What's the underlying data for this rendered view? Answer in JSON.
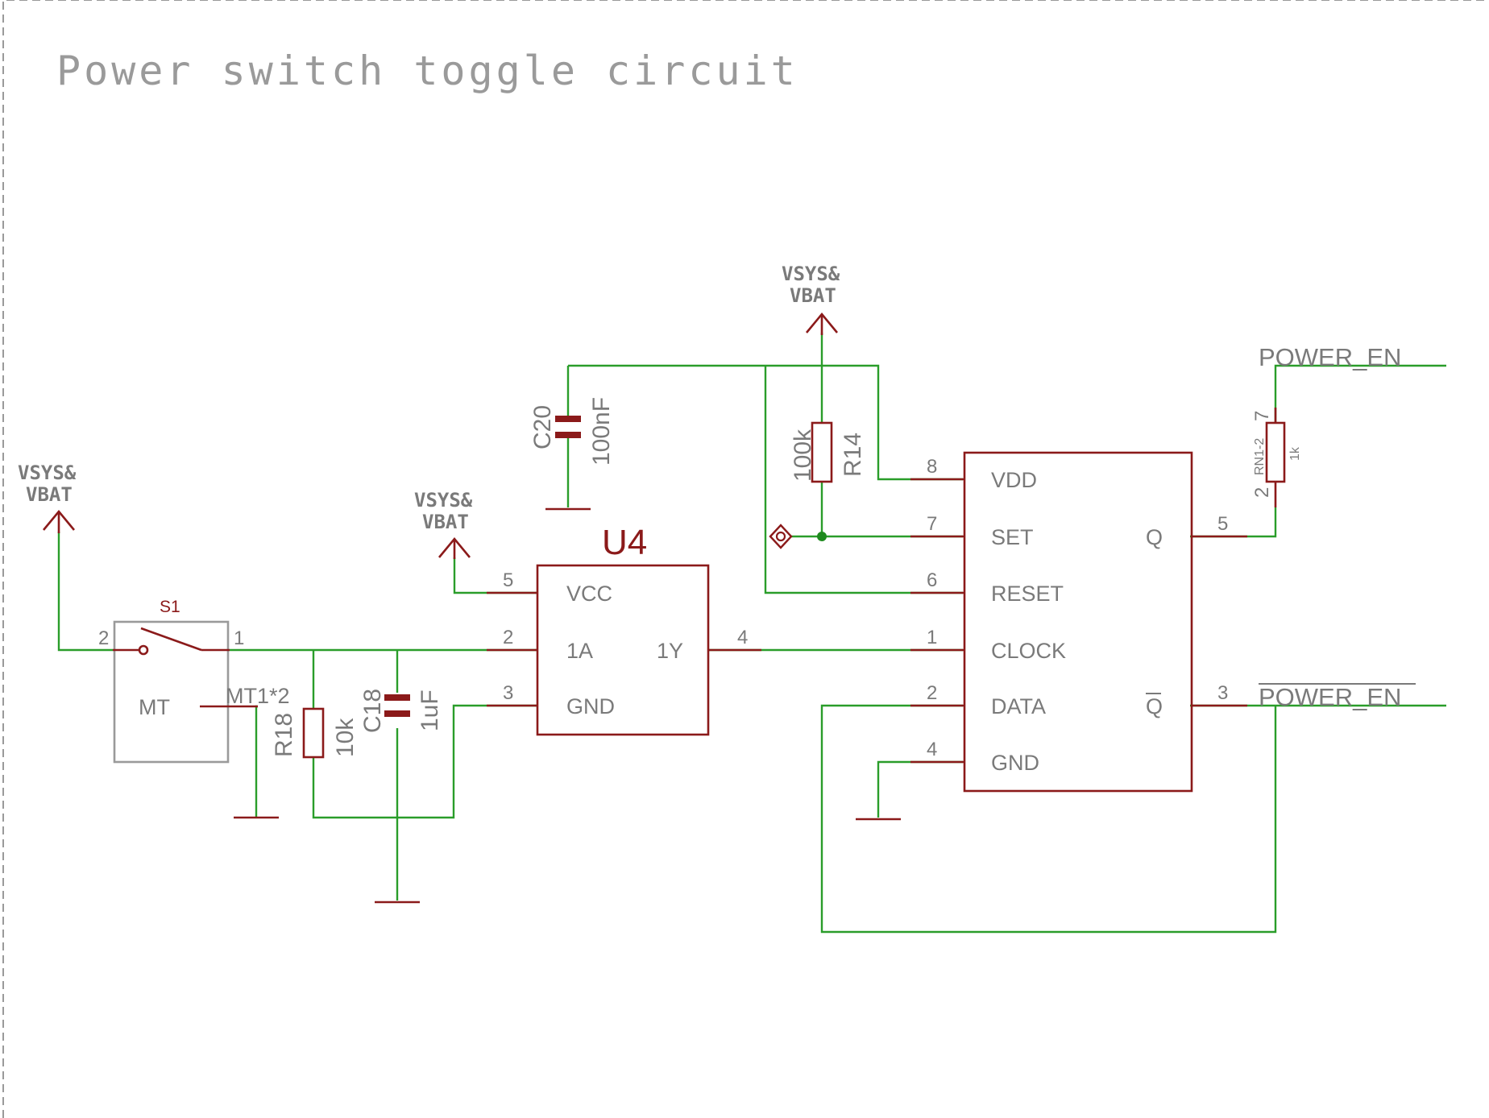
{
  "title": "Power switch toggle circuit",
  "colors": {
    "wire": "#2a9d2a",
    "part": "#8b1a1a",
    "text": "#7a7a7a",
    "frame": "#9a9a9a"
  },
  "supply_label_line1": "VSYS&",
  "supply_label_line2": "VBAT",
  "switch": {
    "ref": "S1",
    "pin_left": "2",
    "pin_right": "1",
    "body_label": "MT",
    "mt_pin": "MT1*2"
  },
  "r18": {
    "ref": "R18",
    "value": "10k"
  },
  "c18": {
    "ref": "C18",
    "value": "1uF"
  },
  "c20": {
    "ref": "C20",
    "value": "100nF"
  },
  "r14": {
    "ref": "R14",
    "value": "100k"
  },
  "u4": {
    "ref": "U4",
    "pins": {
      "vcc": "5",
      "a": "2",
      "gnd": "3",
      "y": "4"
    },
    "names": {
      "vcc": "VCC",
      "a": "1A",
      "gnd": "GND",
      "y": "1Y"
    }
  },
  "ff": {
    "pins": {
      "vdd": "8",
      "set": "7",
      "reset": "6",
      "clock": "1",
      "data": "2",
      "gnd": "4",
      "q": "5",
      "qbar": "3"
    },
    "names": {
      "vdd": "VDD",
      "set": "SET",
      "reset": "RESET",
      "clock": "CLOCK",
      "data": "DATA",
      "gnd": "GND",
      "q": "Q",
      "qbar": "Q"
    }
  },
  "rn": {
    "ref": "RN1-2",
    "value": "1k",
    "pin_top": "7",
    "pin_bottom": "2"
  },
  "nets": {
    "power_en": "POWER_EN",
    "power_en_n": "POWER_EN"
  }
}
